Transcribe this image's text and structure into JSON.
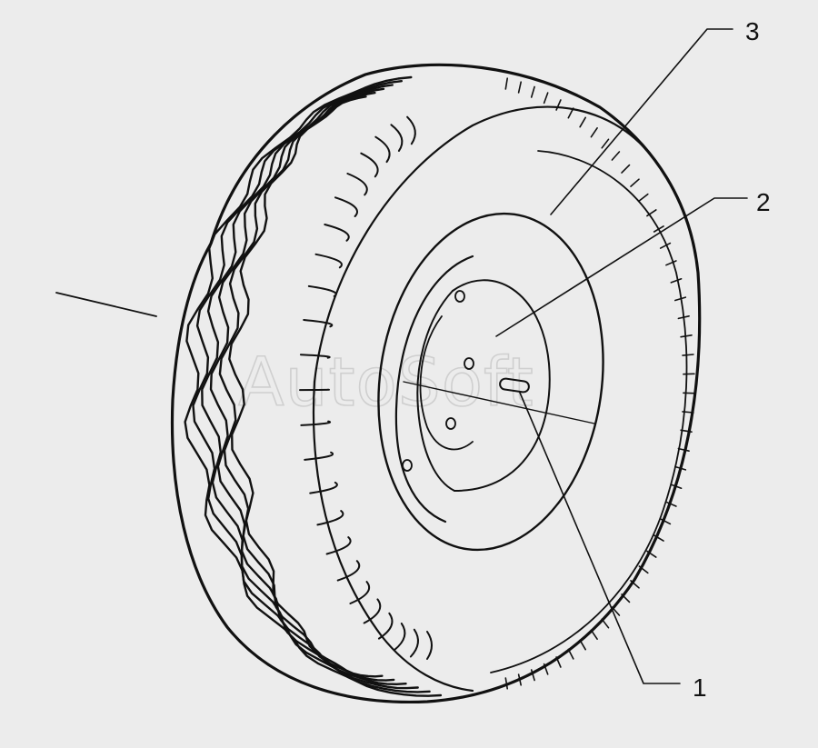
{
  "diagram": {
    "callouts": [
      {
        "id": "callout-1",
        "label": "1"
      },
      {
        "id": "callout-2",
        "label": "2"
      },
      {
        "id": "callout-3",
        "label": "3"
      }
    ],
    "watermark": "AutoSoft",
    "colors": {
      "background": "#ececec",
      "ink": "#111111",
      "watermark": "#cfcfcf"
    }
  }
}
